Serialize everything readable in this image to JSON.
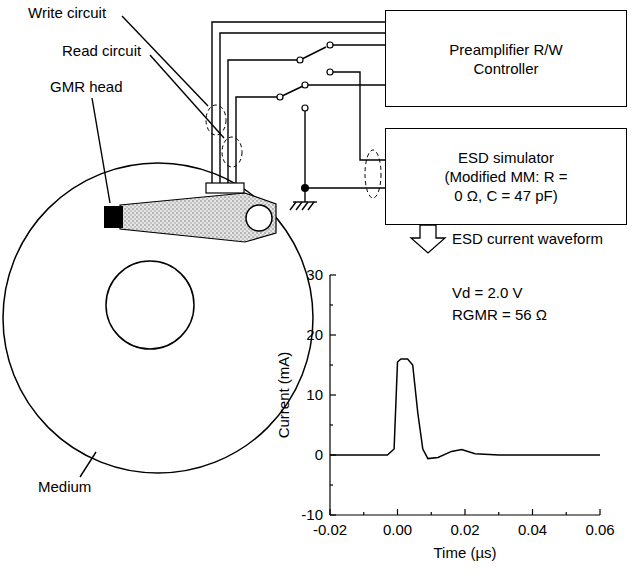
{
  "diagram": {
    "nodes": [
      {
        "text": [
          "Preamplifier R/W Controller"
        ]
      },
      {
        "text": [
          "ESD simulator",
          "(Modified MM: R = 0 Ω, C = 47 pF)"
        ]
      }
    ],
    "labels": [
      "Write circuit",
      "Read circuit",
      "GMR head",
      "Medium",
      "ESD current waveform",
      "30",
      "20",
      "10",
      "0",
      "-10",
      "-0.02",
      "0.00",
      "0.02",
      "0.04",
      "0.06",
      "Current (mA)",
      "Time (µs)",
      "Vd = 2.0 V",
      "RGMR = 56 Ω"
    ]
  }
}
